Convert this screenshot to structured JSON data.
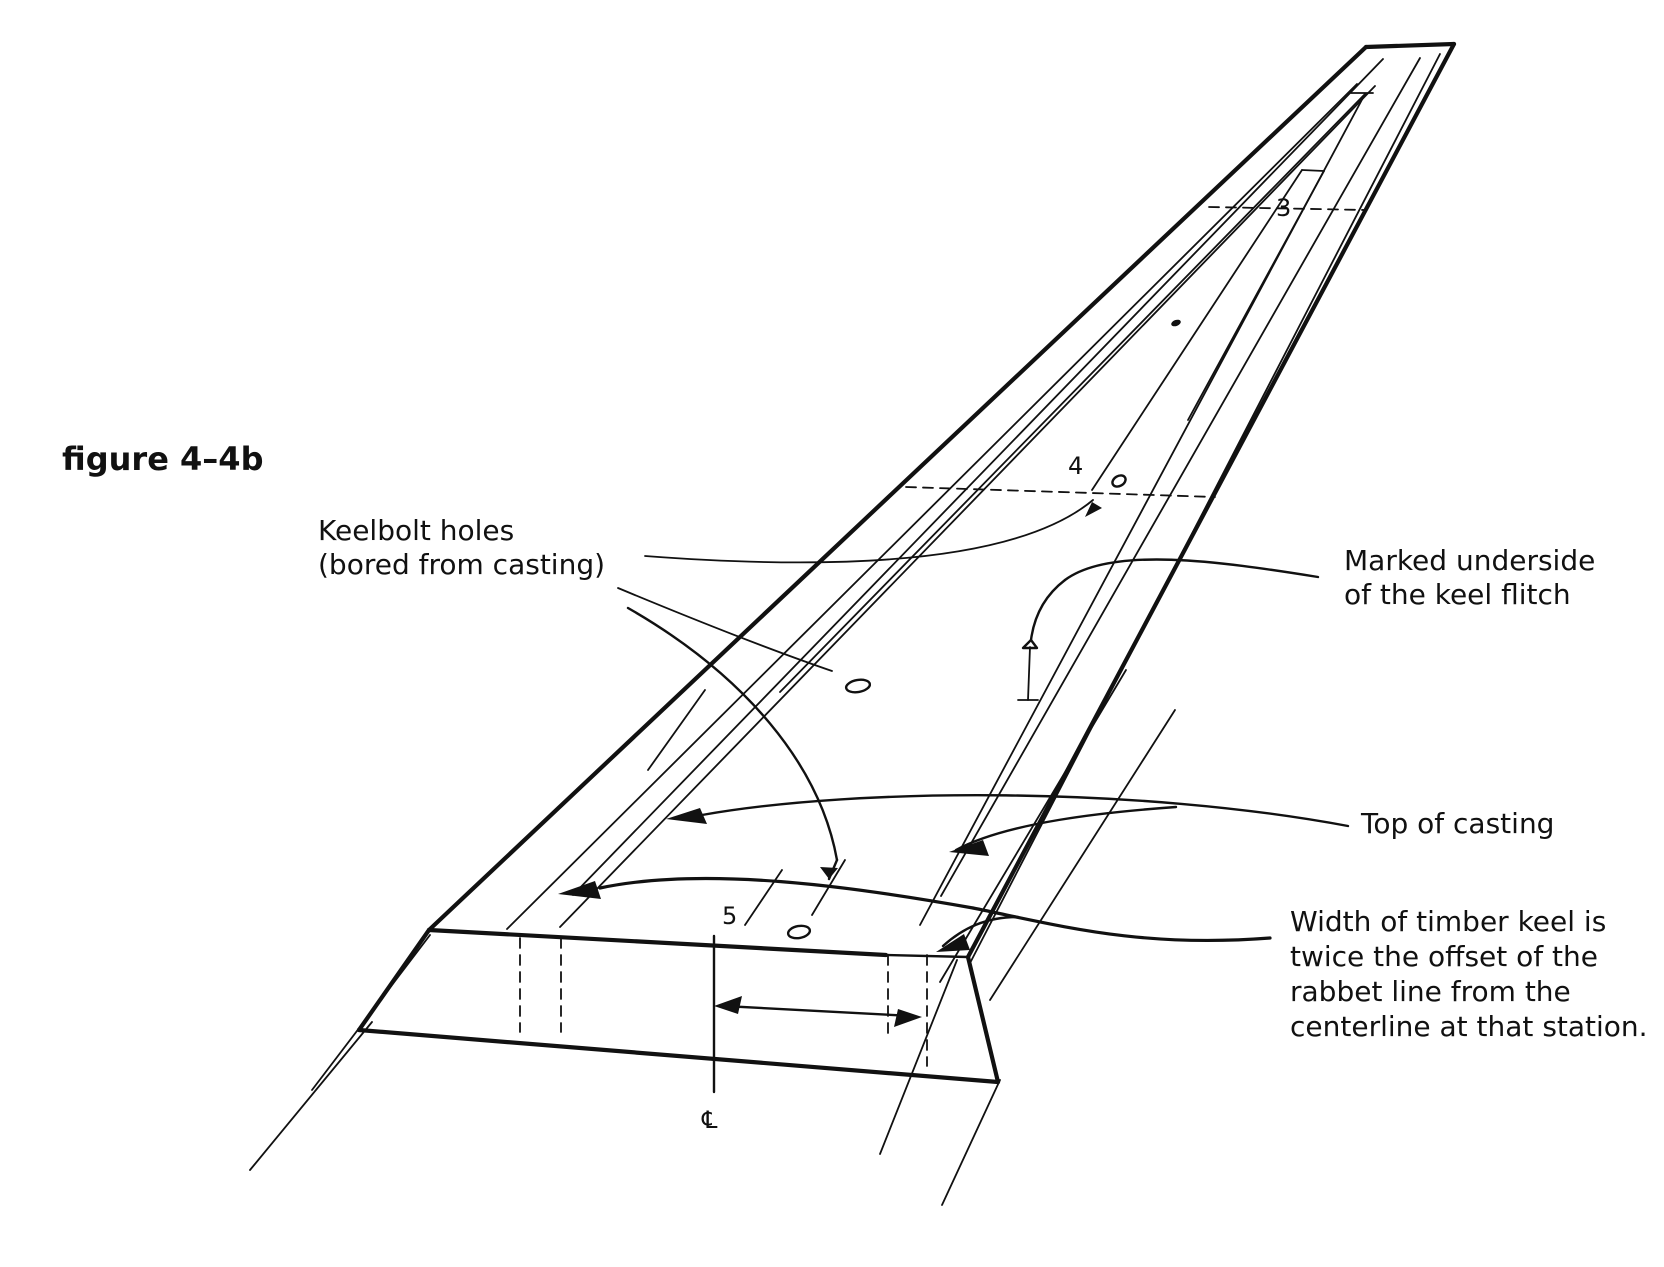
{
  "figure": {
    "caption": "figure 4–4b"
  },
  "labels": {
    "keelbolt_holes": [
      "Keelbolt holes",
      "(bored from casting)"
    ],
    "marked_underside": [
      "Marked underside",
      "of the keel flitch"
    ],
    "top_of_casting": "Top of casting",
    "width_note": [
      "Width of timber keel is",
      "twice the offset of the",
      "rabbet line from the",
      "centerline at that station."
    ],
    "centerline": "℄"
  },
  "stations": [
    "3",
    "4",
    "5"
  ]
}
